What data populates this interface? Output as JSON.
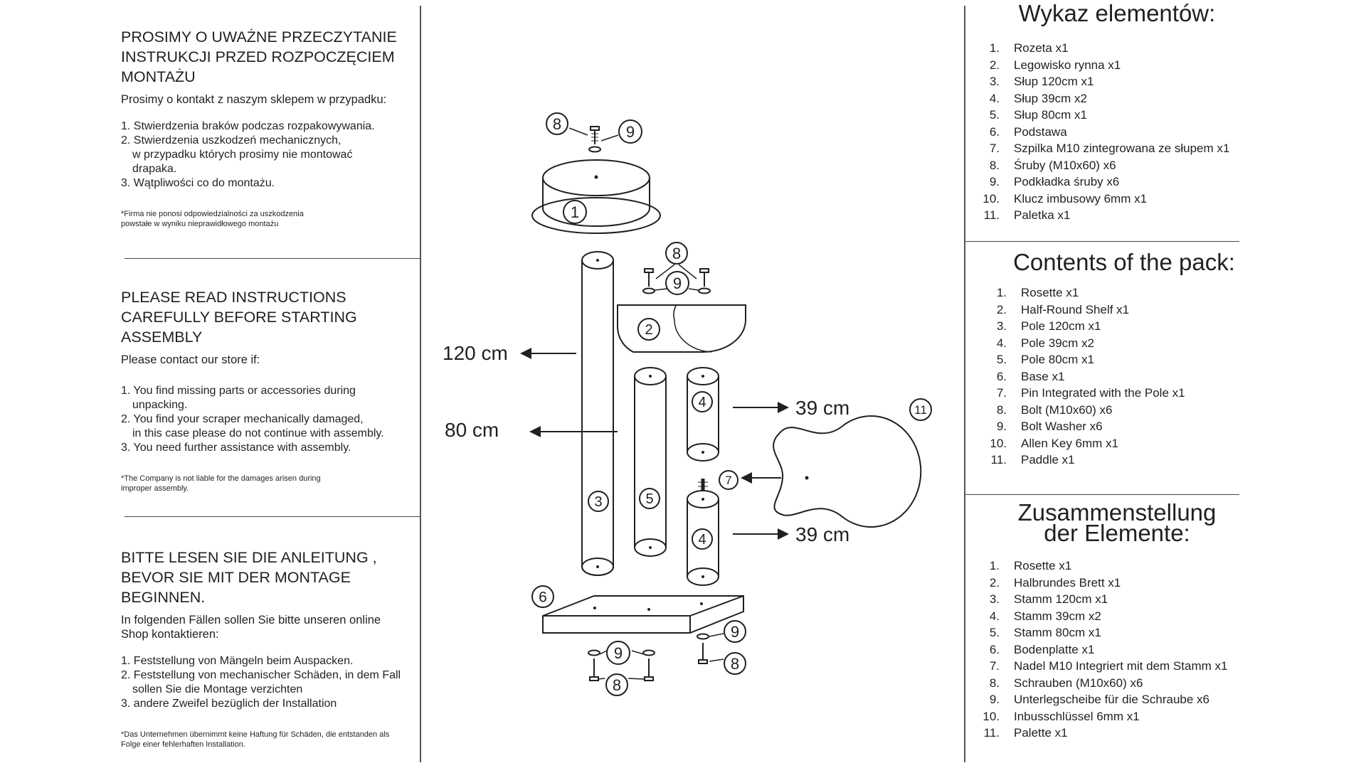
{
  "polish_notice": {
    "title": "PROSIMY O UWAŻNE PRZECZYTANIE INSTRUKCJI PRZED ROZPOCZĘCIEM MONTAŻU",
    "intro": "Prosimy o kontakt z naszym sklepem w przypadku:",
    "items": [
      {
        "main": "1. Stwierdzenia braków podczas rozpakowywania.",
        "sub": ""
      },
      {
        "main": "2. Stwierdzenia uszkodzeń mechanicznych,",
        "sub": "w przypadku których prosimy nie montować drapaka."
      },
      {
        "main": "3. Wątpliwości co do montażu.",
        "sub": ""
      }
    ],
    "footnote": "*Firma nie ponosi odpowiedzialności za uszkodzenia powstałe w wyniku nieprawidłowego montażu"
  },
  "english_notice": {
    "title": "PLEASE READ INSTRUCTIONS CAREFULLY BEFORE STARTING ASSEMBLY",
    "intro": "Please contact our store if:",
    "items": [
      {
        "main": "1. You find missing parts or accessories during",
        "sub": "unpacking."
      },
      {
        "main": "2. You find your scraper mechanically damaged,",
        "sub": "in this case please do not continue with assembly."
      },
      {
        "main": "3. You need further assistance with assembly.",
        "sub": ""
      }
    ],
    "footnote": "*The Company is not liable for the damages arisen during improper assembly."
  },
  "german_notice": {
    "title": "BITTE LESEN SIE DIE ANLEITUNG , BEVOR SIE MIT DER MONTAGE BEGINNEN.",
    "intro": "In folgenden Fällen sollen Sie bitte unseren online Shop kontaktieren:",
    "items": [
      {
        "main": "1. Feststellung von Mängeln beim Auspacken.",
        "sub": ""
      },
      {
        "main": "2. Feststellung von mechanischer Schäden, in dem Fall",
        "sub": "sollen Sie die Montage verzichten"
      },
      {
        "main": "3. andere Zweifel bezüglich der Installation",
        "sub": ""
      }
    ],
    "footnote": "*Das Unternehmen übernimmt keine Haftung für Schäden, die entstanden als Folge einer  fehlerhaften Installation."
  },
  "parts_pl": {
    "title": "Wykaz elementów:",
    "items": [
      {
        "n": "1.",
        "t": "Rozeta x1"
      },
      {
        "n": "2.",
        "t": "Legowisko rynna x1"
      },
      {
        "n": "3.",
        "t": "Słup 120cm x1"
      },
      {
        "n": "4.",
        "t": "Słup 39cm x2"
      },
      {
        "n": "5.",
        "t": "Słup 80cm x1"
      },
      {
        "n": "6.",
        "t": "Podstawa"
      },
      {
        "n": "7.",
        "t": "Szpilka M10 zintegrowana ze słupem x1"
      },
      {
        "n": "8.",
        "t": "Śruby (M10x60) x6"
      },
      {
        "n": "9.",
        "t": "Podkładka śruby x6"
      },
      {
        "n": "10.",
        "t": "Klucz imbusowy 6mm x1"
      },
      {
        "n": "11.",
        "t": "Paletka x1"
      }
    ]
  },
  "parts_en": {
    "title": "Contents of the pack:",
    "items": [
      {
        "n": "1.",
        "t": "Rosette x1"
      },
      {
        "n": "2.",
        "t": "Half-Round Shelf x1"
      },
      {
        "n": "3.",
        "t": "Pole 120cm x1"
      },
      {
        "n": "4.",
        "t": "Pole 39cm x2"
      },
      {
        "n": "5.",
        "t": "Pole 80cm x1"
      },
      {
        "n": "6.",
        "t": "Base x1"
      },
      {
        "n": "7.",
        "t": "Pin Integrated with the Pole x1"
      },
      {
        "n": "8.",
        "t": "Bolt (M10x60) x6"
      },
      {
        "n": "9.",
        "t": "Bolt Washer x6"
      },
      {
        "n": "10.",
        "t": "Allen Key 6mm x1"
      },
      {
        "n": "11.",
        "t": "Paddle x1"
      }
    ]
  },
  "parts_de": {
    "title_line1": "Zusammenstellung",
    "title_line2": "der Elemente:",
    "items": [
      {
        "n": "1.",
        "t": "Rosette x1"
      },
      {
        "n": "2.",
        "t": "Halbrundes Brett x1"
      },
      {
        "n": "3.",
        "t": "Stamm 120cm x1"
      },
      {
        "n": "4.",
        "t": "Stamm 39cm x2"
      },
      {
        "n": "5.",
        "t": "Stamm 80cm x1"
      },
      {
        "n": "6.",
        "t": "Bodenplatte x1"
      },
      {
        "n": "7.",
        "t": "Nadel M10 Integriert mit dem Stamm x1"
      },
      {
        "n": "8.",
        "t": "Schrauben (M10x60) x6"
      },
      {
        "n": "9.",
        "t": "Unterlegscheibe für die Schraube x6"
      },
      {
        "n": "10.",
        "t": "Inbusschlüssel 6mm x1"
      },
      {
        "n": "11.",
        "t": "Palette x1"
      }
    ]
  },
  "diagram": {
    "dim_120": "120 cm",
    "dim_80": "80 cm",
    "dim_39_top": "39 cm",
    "dim_39_bottom": "39 cm",
    "numbers": {
      "n1": "1",
      "n2": "2",
      "n3": "3",
      "n4": "4",
      "n5": "5",
      "n6": "6",
      "n7": "7",
      "n8": "8",
      "n9": "9",
      "n11": "11"
    }
  }
}
